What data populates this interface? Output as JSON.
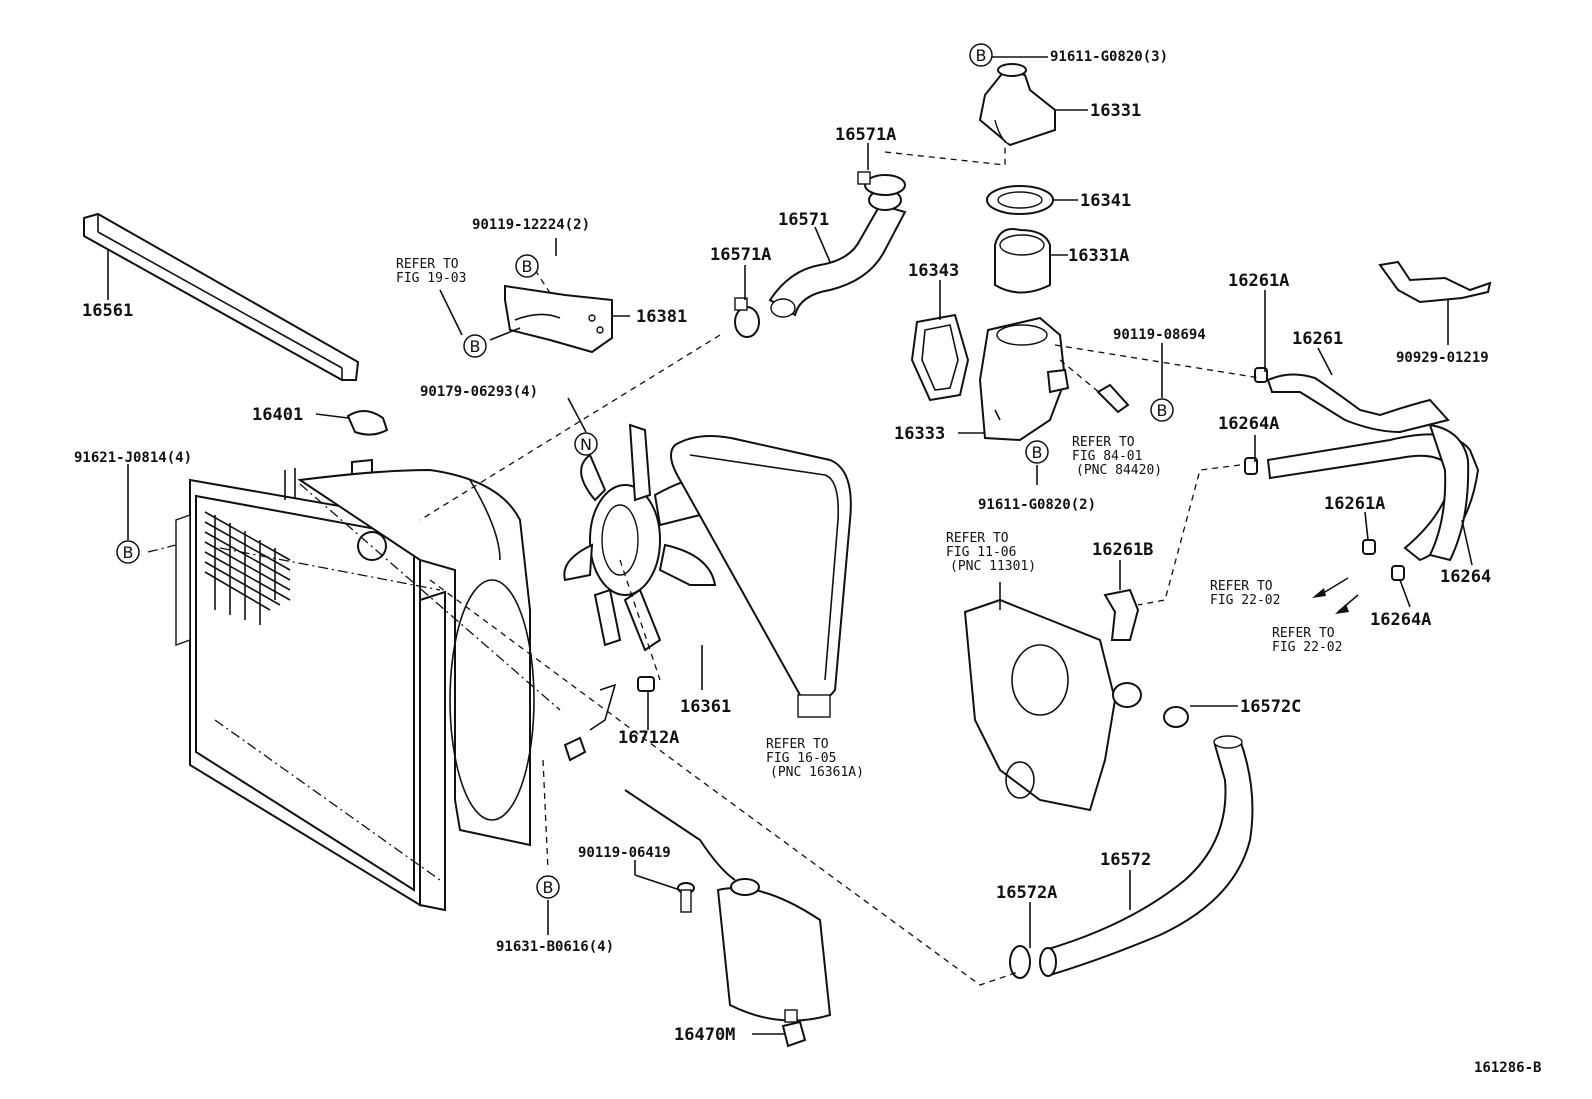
{
  "labels": {
    "p16561": "16561",
    "p90119_12224": "90119-12224(2)",
    "p16381": "16381",
    "p16401": "16401",
    "p91621": "91621-J0814(4)",
    "p90179": "90179-06293(4)",
    "p16571A_top": "16571A",
    "p16571": "16571",
    "p16571A_mid": "16571A",
    "p91611_3": "91611-G0820(3)",
    "p16331": "16331",
    "p16341": "16341",
    "p16331A": "16331A",
    "p16343": "16343",
    "p90119_08694": "90119-08694",
    "p16333": "16333",
    "p91611_2": "91611-G0820(2)",
    "p16261A_top": "16261A",
    "p16261": "16261",
    "p90929": "90929-01219",
    "p16264A_top": "16264A",
    "p16261A_mid": "16261A",
    "p16264": "16264",
    "p16264A_bot": "16264A",
    "p16261B": "16261B",
    "p16572C": "16572C",
    "p16572": "16572",
    "p16572A": "16572A",
    "p16361": "16361",
    "p16712A": "16712A",
    "p90119_06419": "90119-06419",
    "p91631": "91631-B0616(4)",
    "p16470M": "16470M",
    "diagram_id": "161286-B"
  },
  "refs": {
    "r19_03": [
      "REFER TO",
      "FIG 19-03"
    ],
    "r84_01": [
      "REFER TO",
      "FIG 84-01",
      "(PNC 84420)"
    ],
    "r11_06": [
      "REFER TO",
      "FIG 11-06",
      "(PNC 11301)"
    ],
    "r16_05": [
      "REFER TO",
      "FIG 16-05",
      "(PNC 16361A)"
    ],
    "r22_02a": [
      "REFER TO",
      "FIG 22-02"
    ],
    "r22_02b": [
      "REFER TO",
      "FIG 22-02"
    ]
  },
  "callouts": {
    "b": "B",
    "n": "N"
  }
}
